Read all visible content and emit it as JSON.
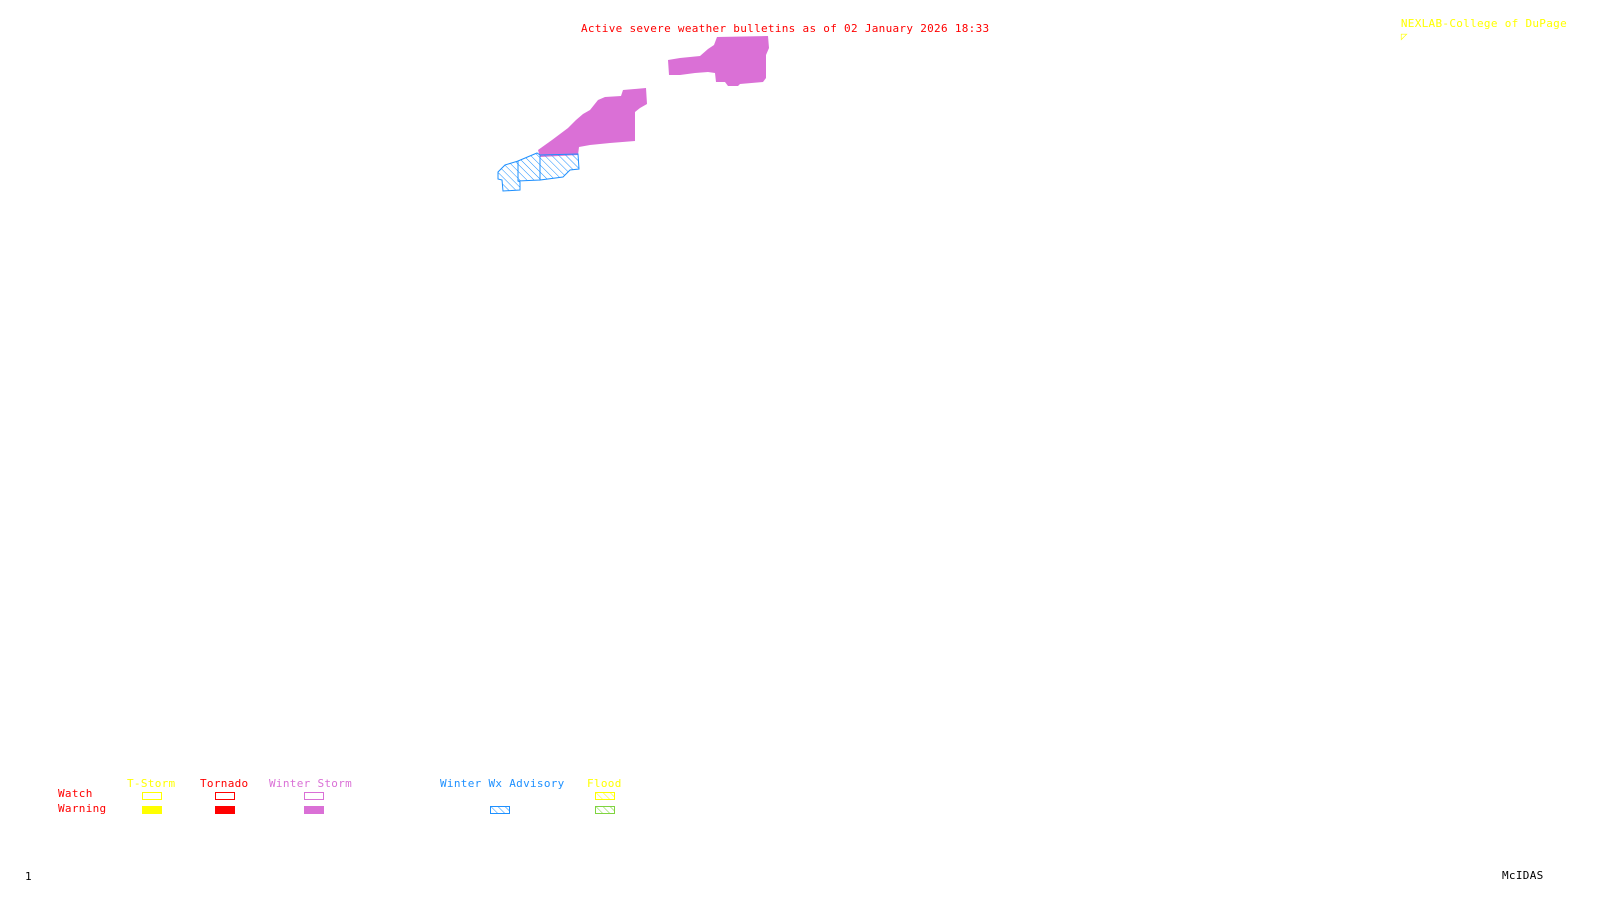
{
  "header": {
    "title": "Active severe weather bulletins as of 02 January 2026 18:33",
    "credit": "NEXLAB-College of DuPage",
    "credit_icon": "cursor-icon"
  },
  "colors": {
    "title": "#ff0000",
    "credit": "#ffff00",
    "tstorm": "#ffff00",
    "tornado": "#ff0000",
    "winter_storm": "#da70d6",
    "winter_wx_advisory": "#1e90ff",
    "flood_watch": "#ffff00",
    "flood_warning": "#7fd43f"
  },
  "map": {
    "regions": [
      {
        "type": "Winter Storm Warning",
        "style": "filled",
        "color": "#da70d6"
      },
      {
        "type": "Winter Storm Warning",
        "style": "filled",
        "color": "#da70d6"
      },
      {
        "type": "Winter Wx Advisory",
        "style": "hatched",
        "color": "#1e90ff"
      }
    ]
  },
  "legend": {
    "row_labels": {
      "watch": "Watch",
      "warning": "Warning"
    },
    "categories": [
      {
        "label": "T-Storm",
        "color": "#ffff00",
        "watch": "outline",
        "warning": "filled"
      },
      {
        "label": "Tornado",
        "color": "#ff0000",
        "watch": "outline",
        "warning": "filled"
      },
      {
        "label": "Winter Storm",
        "color": "#da70d6",
        "watch": "outline",
        "warning": "filled"
      },
      {
        "label": "Winter Wx Advisory",
        "color": "#1e90ff",
        "watch": "none",
        "warning": "hatched"
      },
      {
        "label": "Flood",
        "color": "#ffff00",
        "watch": "hatched",
        "warning": "hatched-green"
      }
    ]
  },
  "footer": {
    "frame_number": "1",
    "software": "McIDAS"
  }
}
